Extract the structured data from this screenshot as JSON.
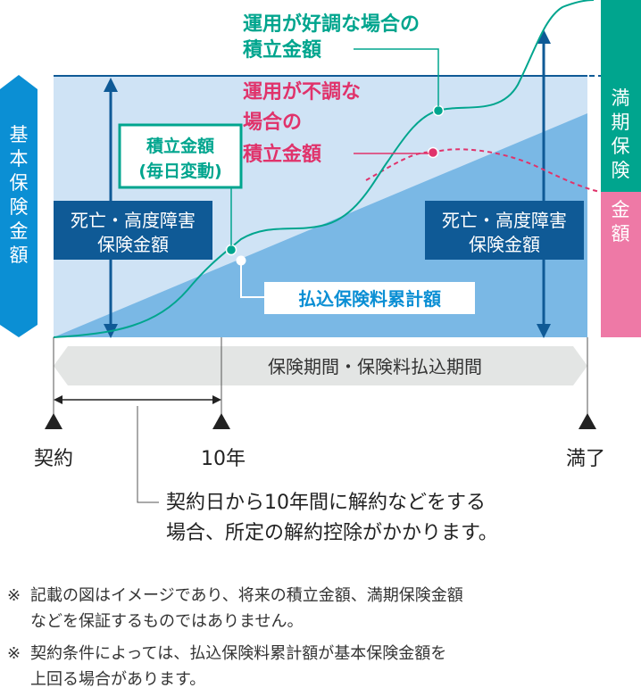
{
  "labels": {
    "basic_insured": [
      "基",
      "本",
      "保",
      "険",
      "金",
      "額"
    ],
    "maturity_insured": [
      "満",
      "期",
      "保",
      "険",
      "金",
      "額"
    ],
    "good_perf": [
      "運用が好調な場合の",
      "積立金額"
    ],
    "poor_perf": [
      "運用が不調な",
      "場合の",
      "積立金額"
    ],
    "accum_daily": [
      "積立金額",
      "(毎日変動)"
    ],
    "death_benefit_left": [
      "死亡・高度障害",
      "保険金額"
    ],
    "death_benefit_right": [
      "死亡・高度障害",
      "保険金額"
    ],
    "premium_total": "払込保険料累計額",
    "period_bar": "保険期間・保険料払込期間",
    "contract": "契約",
    "year10": "10年",
    "maturity": "満了",
    "surrender_note": [
      "契約日から10年間に解約などをする",
      "場合、所定の解約控除がかかります。"
    ]
  },
  "footnotes": [
    [
      "※",
      "記載の図はイメージであり、将来の積立金額、満期保険金額"
    ],
    [
      "",
      "などを保証するものではありません。"
    ],
    [
      "※",
      "契約条件によっては、払込保険料累計額が基本保険金額を"
    ],
    [
      "",
      "上回る場合があります。"
    ]
  ],
  "colors": {
    "blue_dark": "#0f5a96",
    "blue_mid": "#0b8fd4",
    "bg_light": "#cfe3f5",
    "triangle": "#7ab8e5",
    "teal": "#00a58e",
    "pink": "#e0336b",
    "pink_light": "#ee79a6",
    "gray": "#e3e5e4"
  }
}
